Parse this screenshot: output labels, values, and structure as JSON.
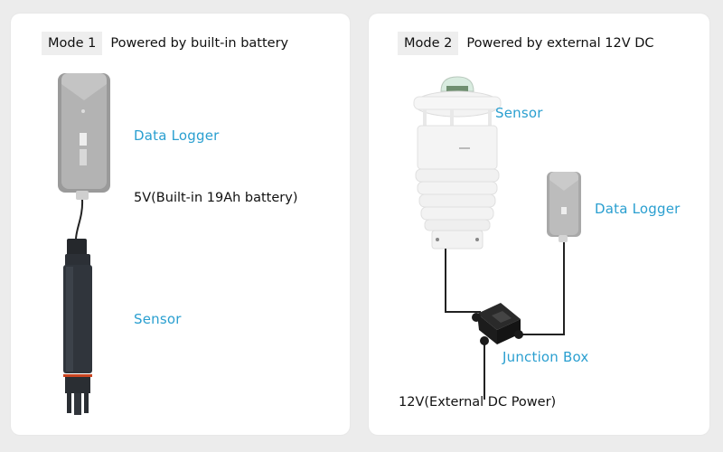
{
  "mode1": {
    "badge": "Mode 1",
    "title": "Powered by built-in battery",
    "labels": {
      "data_logger": "Data Logger",
      "power": "5V(Built-in 19Ah battery)",
      "sensor": "Sensor"
    }
  },
  "mode2": {
    "badge": "Mode 2",
    "title": "Powered by external 12V DC",
    "labels": {
      "sensor": "Sensor",
      "data_logger": "Data Logger",
      "junction_box": "Junction Box",
      "power": "12V(External DC Power)"
    }
  },
  "colors": {
    "label_accent": "#2a9fd0",
    "background": "#ececec"
  }
}
